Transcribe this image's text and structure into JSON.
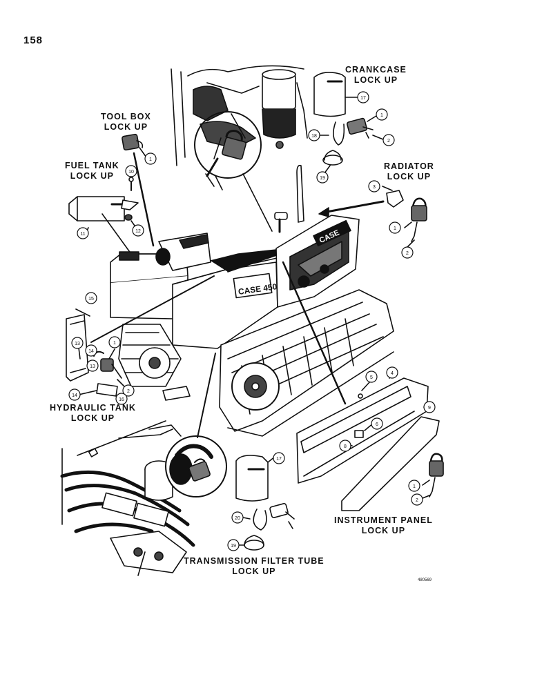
{
  "page_number": "158",
  "reference_code": "480569",
  "labels": {
    "crankcase": [
      "CRANKCASE",
      "LOCK UP"
    ],
    "tool_box": [
      "TOOL BOX",
      "LOCK UP"
    ],
    "fuel_tank": [
      "FUEL TANK",
      "LOCK UP"
    ],
    "radiator": [
      "RADIATOR",
      "LOCK UP"
    ],
    "hydraulic_tank": [
      "HYDRAULIC TANK",
      "LOCK UP"
    ],
    "instrument_panel": [
      "INSTRUMENT PANEL",
      "LOCK UP"
    ],
    "transmission_filter_tube": [
      "TRANSMISSION FILTER TUBE",
      "LOCK UP"
    ]
  },
  "brand_text": [
    "CASE",
    "CASE 450"
  ],
  "callouts": {
    "c1": "17",
    "c2": "1",
    "c3": "2",
    "c4": "18",
    "c5": "19",
    "c6": "1",
    "c7": "10",
    "c8": "11",
    "c9": "12",
    "c10": "3",
    "c11": "1",
    "c12": "2",
    "c13": "15",
    "c14": "13",
    "c15": "14",
    "c16": "1",
    "c17": "13",
    "c18": "2",
    "c19": "14",
    "c20": "16",
    "c21": "5",
    "c22": "4",
    "c23": "9",
    "c24": "6",
    "c25": "8",
    "c26": "1",
    "c27": "2",
    "c28": "17",
    "c29": "20",
    "c30": "19"
  }
}
